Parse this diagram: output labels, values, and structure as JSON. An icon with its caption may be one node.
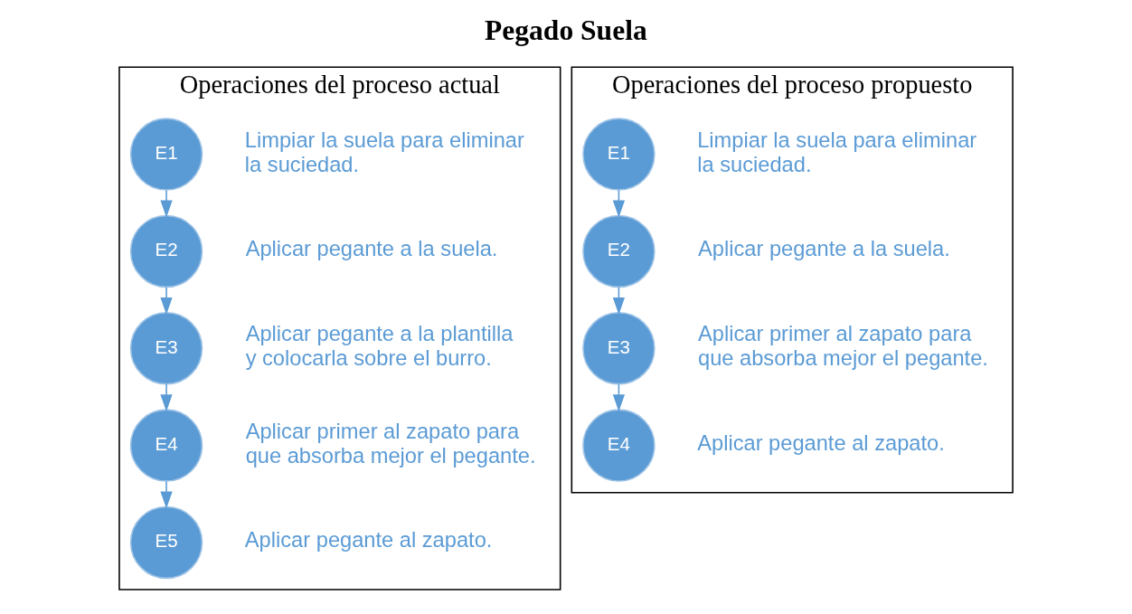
{
  "diagram": {
    "title": "Pegado Suela",
    "nodes": [
      {
        "text": [
          "Operaciones del proceso actual"
        ]
      },
      {
        "text": [
          "E1"
        ],
        "in": 0,
        "beside": [
          "Limpiar la suela para eliminar la suciedad."
        ]
      },
      {
        "text": [
          "E2"
        ],
        "in": 0,
        "beside": [
          "Aplicar pegante a la suela."
        ]
      },
      {
        "text": [
          "E3"
        ],
        "in": 0,
        "beside": [
          "Aplicar pegante a la plantilla y colocarla sobre el burro."
        ]
      },
      {
        "text": [
          "E4"
        ],
        "in": 0,
        "beside": [
          "Aplicar primer al zapato para que absorba mejor el pegante."
        ]
      },
      {
        "text": [
          "E5"
        ],
        "in": 0,
        "beside": [
          "Aplicar pegante al zapato."
        ]
      },
      {
        "text": [
          "Operaciones del proceso propuesto"
        ]
      },
      {
        "text": [
          "E1"
        ],
        "in": 6,
        "beside": [
          "Limpiar la suela para eliminar la suciedad."
        ]
      },
      {
        "text": [
          "E2"
        ],
        "in": 6,
        "beside": [
          "Aplicar pegante a la suela."
        ]
      },
      {
        "text": [
          "E3"
        ],
        "in": 6,
        "beside": [
          "Aplicar primer al zapato para que absorba mejor el pegante."
        ]
      },
      {
        "text": [
          "E4"
        ],
        "in": 6,
        "beside": [
          "Aplicar pegante al zapato."
        ]
      }
    ],
    "edges": [
      {
        "from": 1,
        "to": 2,
        "arrow": "to"
      },
      {
        "from": 2,
        "to": 3,
        "arrow": "to"
      },
      {
        "from": 3,
        "to": 4,
        "arrow": "to"
      },
      {
        "from": 4,
        "to": 5,
        "arrow": "to"
      },
      {
        "from": 7,
        "to": 8,
        "arrow": "to"
      },
      {
        "from": 8,
        "to": 9,
        "arrow": "to"
      },
      {
        "from": 9,
        "to": 10,
        "arrow": "to"
      }
    ]
  }
}
